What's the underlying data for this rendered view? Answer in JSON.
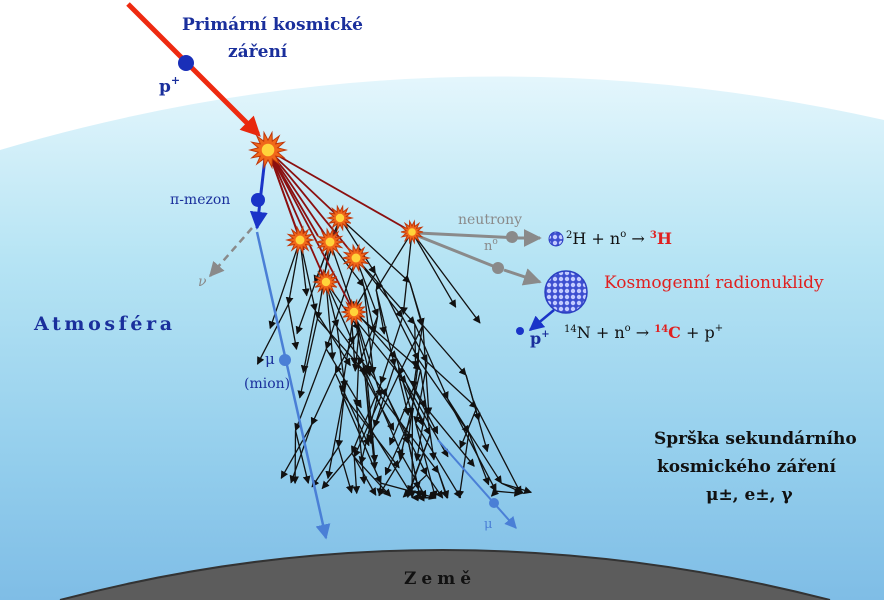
{
  "labels": {
    "primary_line1": "Primární kosmické",
    "primary_line2": "záření",
    "proton": "p",
    "proton_sup": "+",
    "pion": "π-mezon",
    "neutrino": "ν",
    "atmosphere": "Atmosféra",
    "muon_symbol": "μ",
    "muon_name": "(mion)",
    "muon_lower": "μ",
    "neutrons": "neutrony",
    "neutron_sym": "n",
    "neutron_sup": "o",
    "cosmogenic": "Kosmogenní radionuklidy",
    "proton_out": "p",
    "proton_out_sup": "+",
    "earth": "Země",
    "shower_line1": "Sprška sekundárního",
    "shower_line2": "kosmického záření",
    "shower_line3": "μ±, e±, γ"
  },
  "reaction_tritium": {
    "mass1": "2",
    "el1": "H",
    "plus1": "+ n",
    "sup1": "o",
    "arrow": "→",
    "mass2": "3",
    "el2": "H"
  },
  "reaction_carbon": {
    "mass1": "14",
    "el1": "N",
    "plus1": "+ n",
    "sup1": "o",
    "arrow": "→",
    "mass2": "14",
    "el2": "C",
    "plus2": "+ p",
    "sup2": "+"
  },
  "colors": {
    "sky_top": "#dff3fb",
    "sky_mid": "#a9dff2",
    "sky_low": "#8dc8ea",
    "earth": "#5c5c5c",
    "primary_ray": "#ee2a10",
    "blue_label": "#1a2f9c",
    "red_label": "#e02020",
    "shower": "#111111",
    "neutron_gray": "#8a8a8a",
    "muon_line": "#4a7fd6"
  }
}
